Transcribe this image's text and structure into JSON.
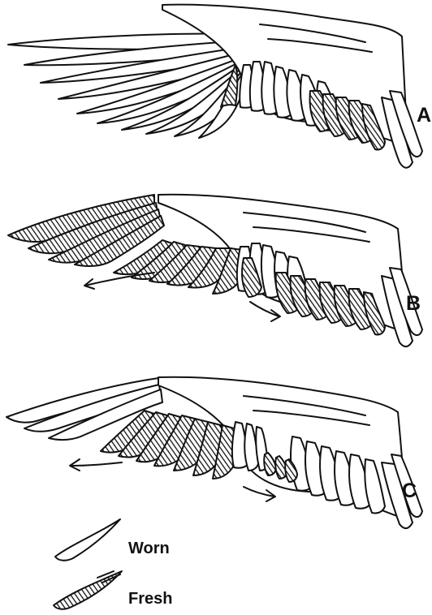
{
  "panels": [
    {
      "id": "A",
      "label": "A"
    },
    {
      "id": "B",
      "label": "B"
    },
    {
      "id": "C",
      "label": "C"
    }
  ],
  "legend": {
    "worn_label": "Worn",
    "fresh_label": "Fresh"
  },
  "colors": {
    "ink": "#111111",
    "paper": "#ffffff"
  }
}
